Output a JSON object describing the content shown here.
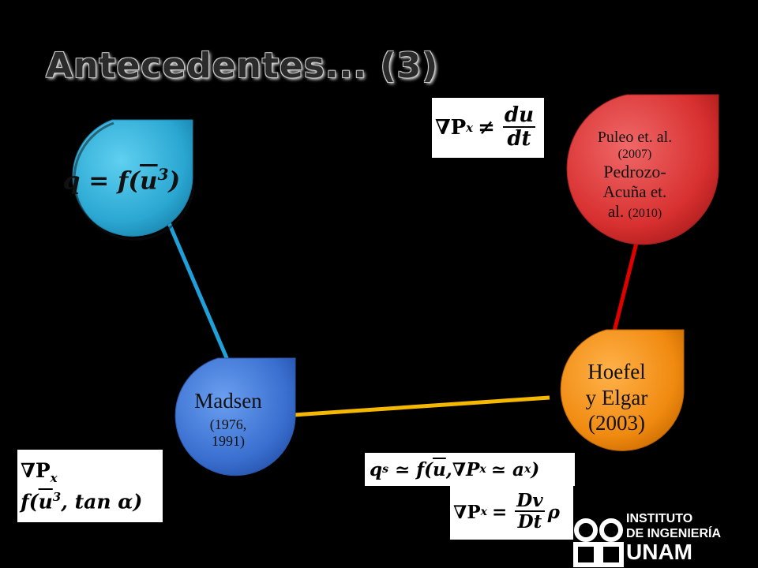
{
  "title": "Antecedentes... (3)",
  "nodes": {
    "cyan_formula": "q = f(u³)",
    "madsen": {
      "name": "Madsen",
      "years": [
        "(1976,",
        "1991)"
      ]
    },
    "hoefel": {
      "line1": "Hoefel",
      "line2": "y Elgar",
      "line3": "(2003)"
    },
    "puleo": {
      "l1": "Puleo et. al.",
      "l2": "(2007)",
      "l3": "Pedrozo-",
      "l4": "Acuña et.",
      "l5a": "al.",
      "l5b": "(2010)"
    }
  },
  "equations": {
    "top_right": {
      "lhs": "∇P",
      "sub": "x",
      "op": "≠",
      "num": "du",
      "den": "dt"
    },
    "bottom_left": {
      "line1": "∇P",
      "sub1": "x",
      "line2_a": "f(",
      "line2_u": "u",
      "line2_sup": "3",
      "line2_b": ", tan α)"
    },
    "bottom_right_1": {
      "text_a": "q",
      "sub_s": "s",
      "text_b": "≃ f(",
      "u": "u",
      "text_c": ",∇P",
      "sub_x": "x",
      "text_d": "≃ a",
      "sub_x2": "x",
      "text_e": ")"
    },
    "bottom_right_2": {
      "lhs": "∇P",
      "sub": "x",
      "op": "=",
      "num": "Dv",
      "den": "Dt",
      "rho": "ρ"
    }
  },
  "logo": {
    "line1": "INSTITUTO",
    "line2": "DE INGENIERÍA",
    "line3": "UNAM"
  },
  "colors": {
    "cyan": "#2aa7d2",
    "blue": "#3a6fd0",
    "orange": "#f08a10",
    "red": "#d83030",
    "line_cyan": "#1fa0d8",
    "line_yellow": "#f5b800",
    "line_red": "#e00000"
  }
}
